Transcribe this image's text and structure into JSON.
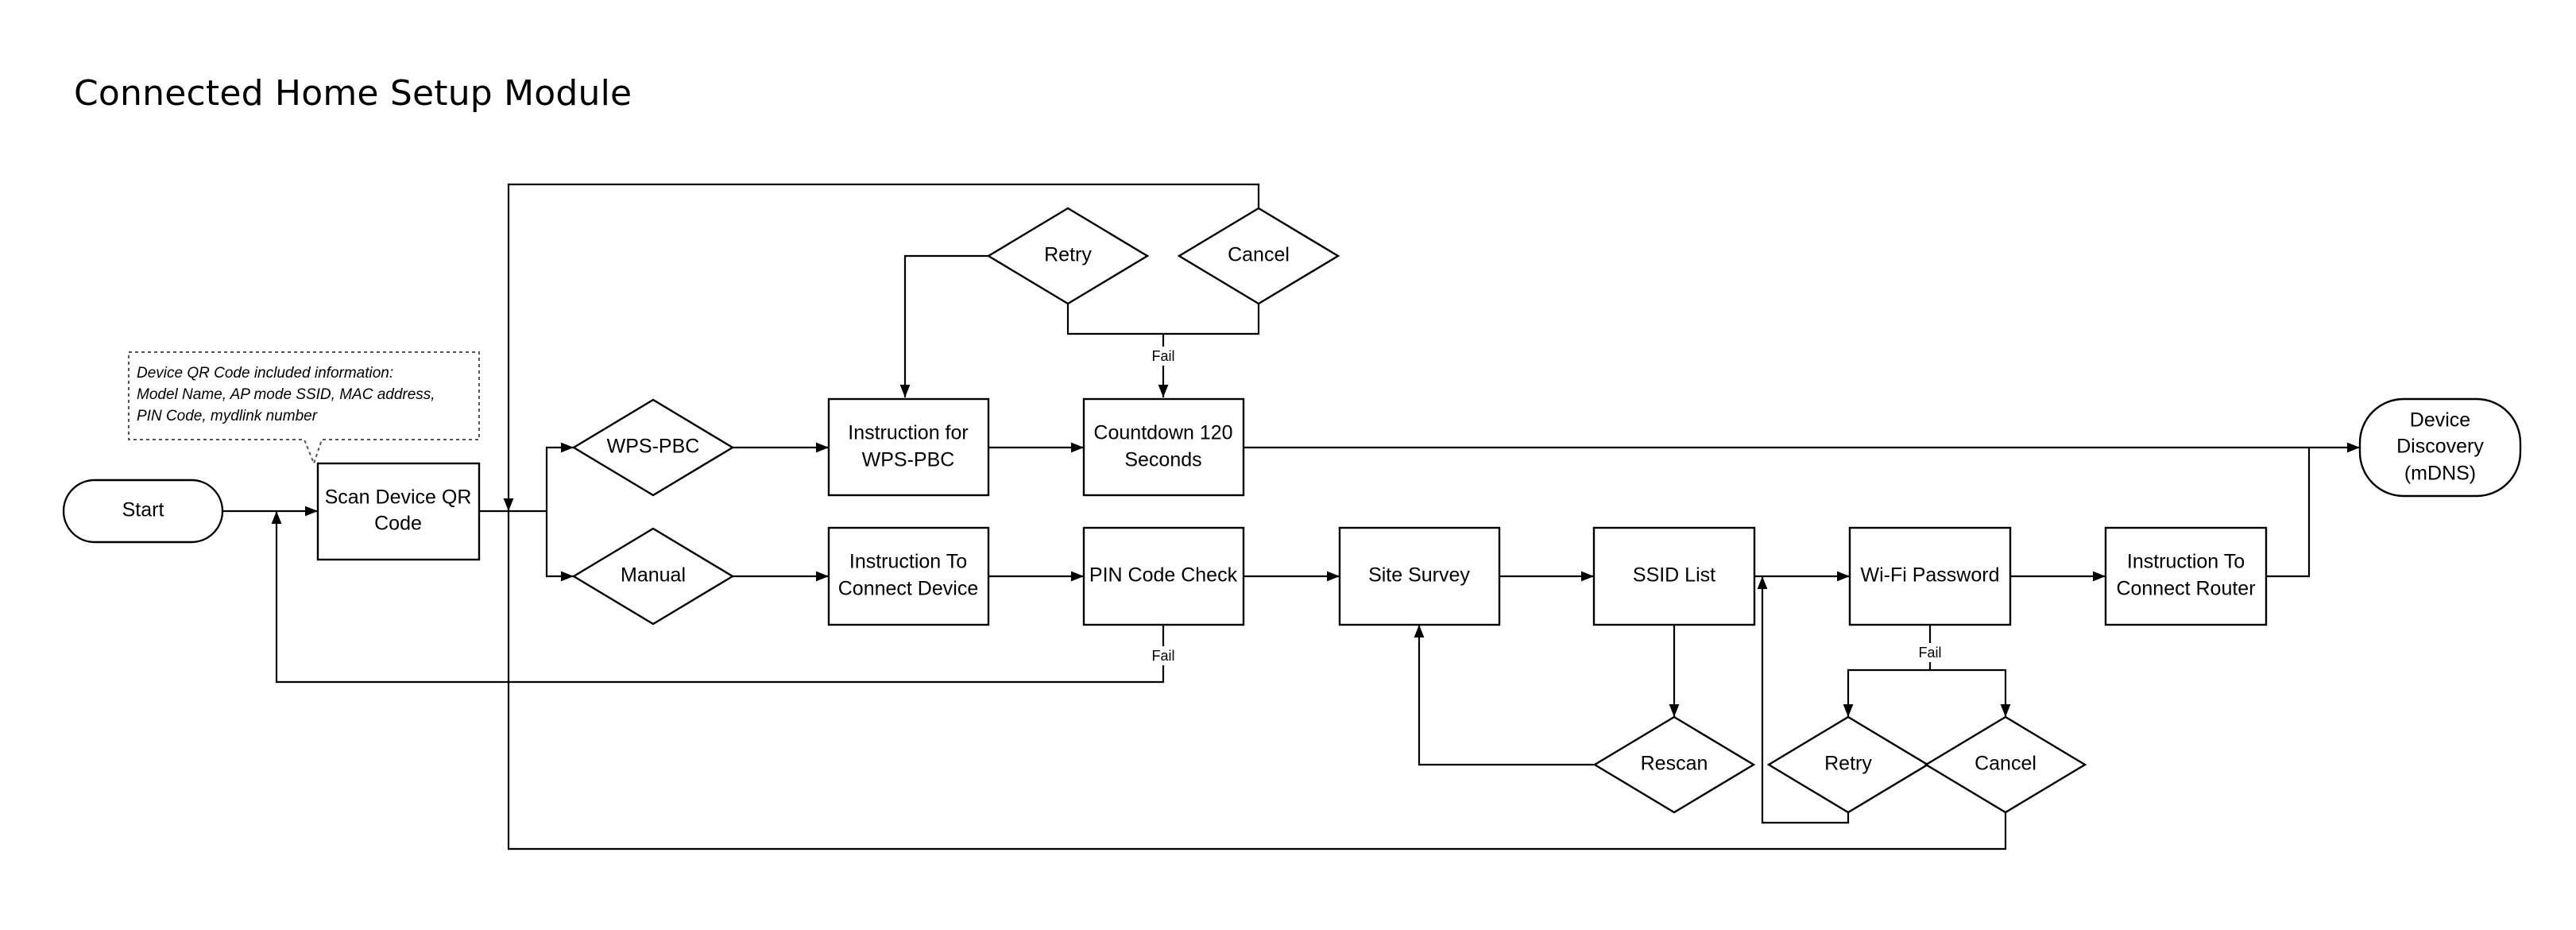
{
  "title": "Connected Home Setup Module",
  "note": {
    "lines": [
      "Device QR Code included information:",
      "Model Name, AP mode SSID, MAC address,",
      "PIN Code, mydlink number"
    ]
  },
  "nodes": {
    "start": "Start",
    "scan_qr": [
      "Scan Device QR",
      "Code"
    ],
    "wps_pbc": "WPS-PBC",
    "manual": "Manual",
    "instr_wps": [
      "Instruction for",
      "WPS-PBC"
    ],
    "instr_connect_device": [
      "Instruction To",
      "Connect Device"
    ],
    "countdown": [
      "Countdown 120",
      "Seconds"
    ],
    "pin_check": "PIN Code Check",
    "retry_top": "Retry",
    "cancel_top": "Cancel",
    "site_survey": "Site Survey",
    "ssid_list": "SSID List",
    "rescan": "Rescan",
    "wifi_password": "Wi-Fi Password",
    "retry_bottom": "Retry",
    "cancel_bottom": "Cancel",
    "instr_connect_router": [
      "Instruction To",
      "Connect Router"
    ],
    "device_discovery": [
      "Device",
      "Discovery",
      "(mDNS)"
    ]
  },
  "edge_labels": {
    "fail_countdown": "Fail",
    "fail_pin": "Fail",
    "fail_wifi": "Fail"
  }
}
